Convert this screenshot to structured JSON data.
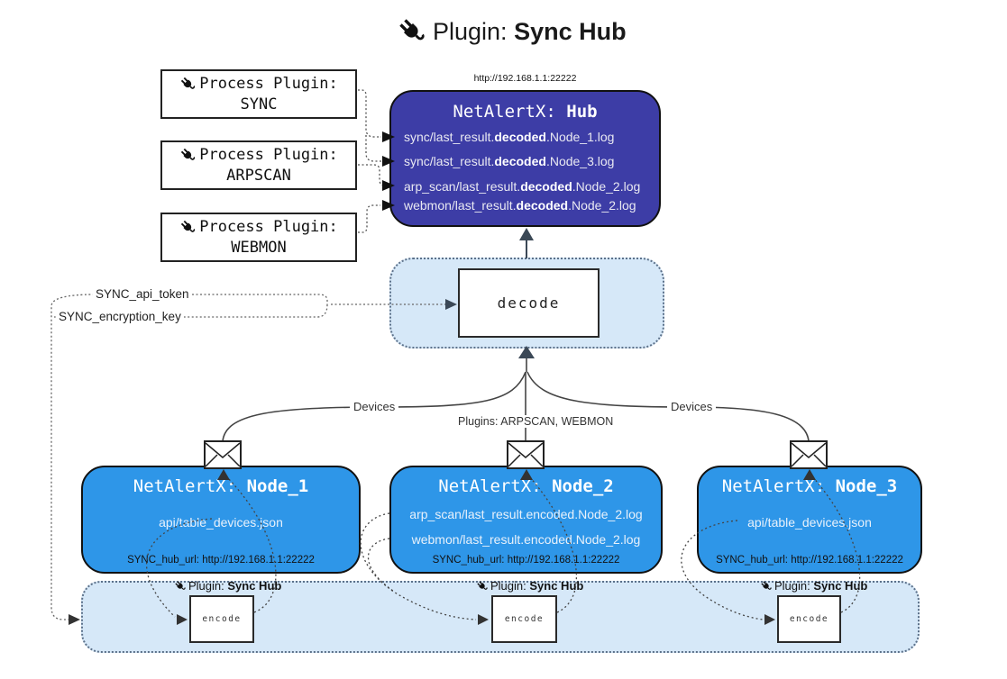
{
  "title": {
    "prefix": "Plugin: ",
    "name": "Sync Hub"
  },
  "hub": {
    "url": "http://192.168.1.1:22222",
    "name_prefix": "NetAlertX: ",
    "name": "Hub",
    "lines": [
      {
        "pre": "sync/last_result.",
        "bold": "decoded",
        "post": ".Node_1.log"
      },
      {
        "pre": "sync/last_result.",
        "bold": "decoded",
        "post": ".Node_3.log"
      },
      {
        "pre": "arp_scan/last_result.",
        "bold": "decoded",
        "post": ".Node_2.log"
      },
      {
        "pre": "webmon/last_result.",
        "bold": "decoded",
        "post": ".Node_2.log"
      }
    ]
  },
  "process_plugins": [
    {
      "label": "Process Plugin:",
      "name": "SYNC"
    },
    {
      "label": "Process Plugin:",
      "name": "ARPSCAN"
    },
    {
      "label": "Process Plugin:",
      "name": "WEBMON"
    }
  ],
  "settings": {
    "api_token": "SYNC_api_token",
    "encryption_key": "SYNC_encryption_key"
  },
  "decode_box": {
    "label": "decode"
  },
  "edge_labels": {
    "left": "Devices",
    "middle": "Plugins: ARPSCAN, WEBMON",
    "right": "Devices"
  },
  "nodes": [
    {
      "name_prefix": "NetAlertX: ",
      "name": "Node_1",
      "files": [
        "api/table_devices.json"
      ],
      "hub_url": "SYNC_hub_url: http://192.168.1.1:22222"
    },
    {
      "name_prefix": "NetAlertX: ",
      "name": "Node_2",
      "files": [
        "arp_scan/last_result.encoded.Node_2.log",
        "webmon/last_result.encoded.Node_2.log"
      ],
      "hub_url": "SYNC_hub_url: http://192.168.1.1:22222"
    },
    {
      "name_prefix": "NetAlertX: ",
      "name": "Node_3",
      "files": [
        "api/table_devices.json"
      ],
      "hub_url": "SYNC_hub_url: http://192.168.1.1:22222"
    }
  ],
  "encoders": [
    {
      "label_prefix": "Plugin: ",
      "label_name": "Sync Hub",
      "box_label": "encode"
    },
    {
      "label_prefix": "Plugin: ",
      "label_name": "Sync Hub",
      "box_label": "encode"
    },
    {
      "label_prefix": "Plugin: ",
      "label_name": "Sync Hub",
      "box_label": "encode"
    }
  ],
  "colors": {
    "hub_fill": "#3d3da6",
    "node_fill": "#2e96e8",
    "container_fill": "#d6e8f8",
    "container_border": "#5c718a",
    "arrow_dark": "#3b4856"
  }
}
